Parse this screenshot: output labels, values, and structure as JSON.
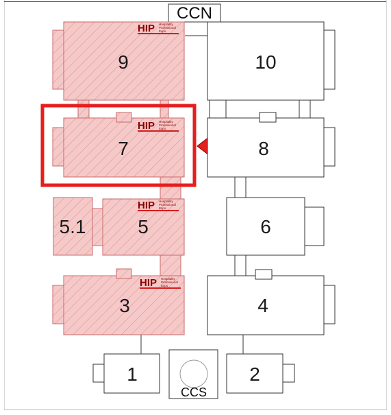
{
  "halls": {
    "h1": "1",
    "h2": "2",
    "h3": "3",
    "h4": "4",
    "h5": "5",
    "h5_1": "5.1",
    "h6": "6",
    "h7": "7",
    "h8": "8",
    "h9": "9",
    "h10": "10"
  },
  "centers": {
    "north": "CCN",
    "south": "CCS"
  },
  "brand": {
    "mark": "HIP",
    "tagline_1": "Hospitality",
    "tagline_2": "Professional",
    "tagline_3": "Expo"
  },
  "colors": {
    "highlight_fill": "#f4c4c4",
    "highlight_hatch": "#e08a8a",
    "highlight_border": "#c86a6a",
    "selection_frame": "#e61e1e",
    "arrow": "#e61e1e",
    "outline": "#333333"
  }
}
